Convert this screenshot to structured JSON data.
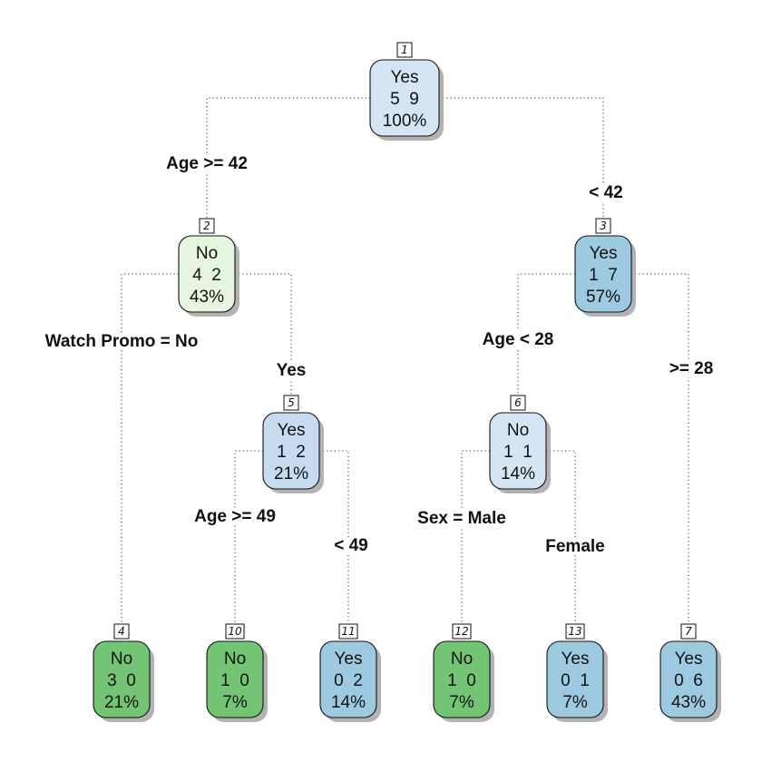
{
  "colors": {
    "yes_light": "#d6e5f4",
    "yes_mid": "#c6dbef",
    "yes_dark": "#9ecae1",
    "no_light": "#e5f5e0",
    "no_dark": "#74c476",
    "edge": "#555555"
  },
  "nodes": [
    {
      "id": "1",
      "label": "Yes",
      "counts": "5  9",
      "pct": "100%"
    },
    {
      "id": "2",
      "label": "No",
      "counts": "4  2",
      "pct": "43%"
    },
    {
      "id": "3",
      "label": "Yes",
      "counts": "1  7",
      "pct": "57%"
    },
    {
      "id": "5",
      "label": "Yes",
      "counts": "1  2",
      "pct": "21%"
    },
    {
      "id": "6",
      "label": "No",
      "counts": "1  1",
      "pct": "14%"
    },
    {
      "id": "4",
      "label": "No",
      "counts": "3  0",
      "pct": "21%"
    },
    {
      "id": "10",
      "label": "No",
      "counts": "1  0",
      "pct": "7%"
    },
    {
      "id": "11",
      "label": "Yes",
      "counts": "0  2",
      "pct": "14%"
    },
    {
      "id": "12",
      "label": "No",
      "counts": "1  0",
      "pct": "7%"
    },
    {
      "id": "13",
      "label": "Yes",
      "counts": "0  1",
      "pct": "7%"
    },
    {
      "id": "7",
      "label": "Yes",
      "counts": "0  6",
      "pct": "43%"
    }
  ],
  "splits": [
    {
      "node": "1",
      "left": "Age >= 42",
      "right": "< 42"
    },
    {
      "node": "2",
      "left": "Watch Promo = No",
      "right": "Yes"
    },
    {
      "node": "3",
      "left": "Age < 28",
      "right": ">= 28"
    },
    {
      "node": "5",
      "left": "Age >= 49",
      "right": "< 49"
    },
    {
      "node": "6",
      "left": "Sex = Male",
      "right": "Female"
    }
  ]
}
